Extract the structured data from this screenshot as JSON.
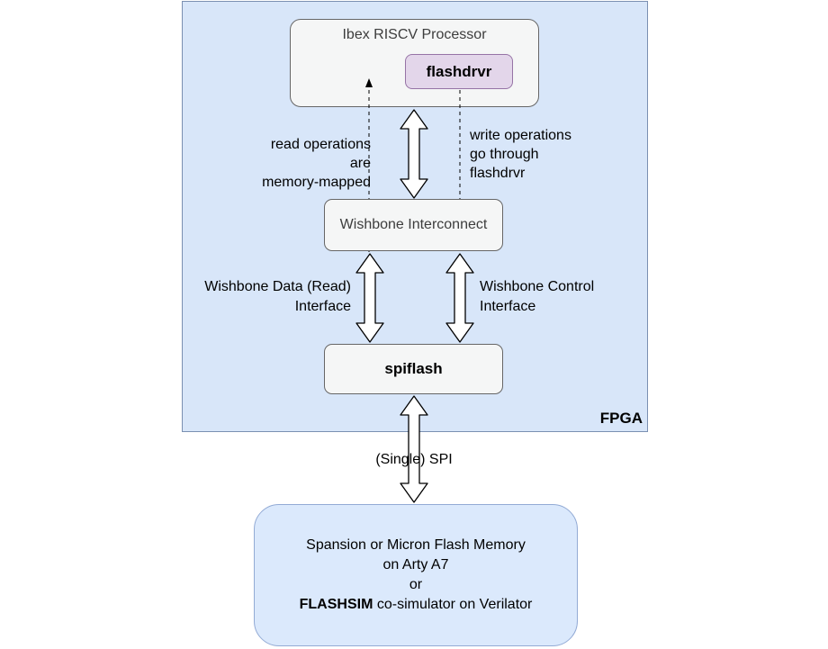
{
  "diagram": {
    "fpga": {
      "label": "FPGA",
      "fill_color": "#d8e6f9",
      "stroke_color": "#7b90b2"
    },
    "nodes": {
      "processor": {
        "title": "Ibex RISCV Processor",
        "fill_color": "#f5f6f6",
        "stroke_color": "#666666"
      },
      "flashdrvr": {
        "label": "flashdrvr",
        "fill_color": "#e3d6ea",
        "stroke_color": "#9673a6"
      },
      "interconnect": {
        "label": "Wishbone Interconnect",
        "fill_color": "#f5f6f6",
        "stroke_color": "#666666"
      },
      "spiflash": {
        "label": "spiflash",
        "fill_color": "#f5f6f6",
        "stroke_color": "#666666"
      },
      "flash_memory": {
        "line1": "Spansion or Micron Flash Memory",
        "line2": "on Arty A7",
        "line3": "or",
        "line4_bold": "FLASHSIM",
        "line4_rest": " co-simulator on Verilator",
        "fill_color": "#dbe9fc",
        "stroke_color": "#93abd5"
      }
    },
    "labels": {
      "read_ops": {
        "line1": "read operations",
        "line2": "are",
        "line3": "memory-mapped"
      },
      "write_ops": {
        "line1": "write operations",
        "line2": "go through",
        "line3": "flashdrvr"
      },
      "wb_data": {
        "line1": "Wishbone Data (Read)",
        "line2": "Interface"
      },
      "wb_control": {
        "line1": "Wishbone Control",
        "line2": "Interface"
      },
      "spi": "(Single) SPI"
    },
    "arrow_style": {
      "fill_color": "#ffffff",
      "stroke_color": "#000000"
    }
  }
}
